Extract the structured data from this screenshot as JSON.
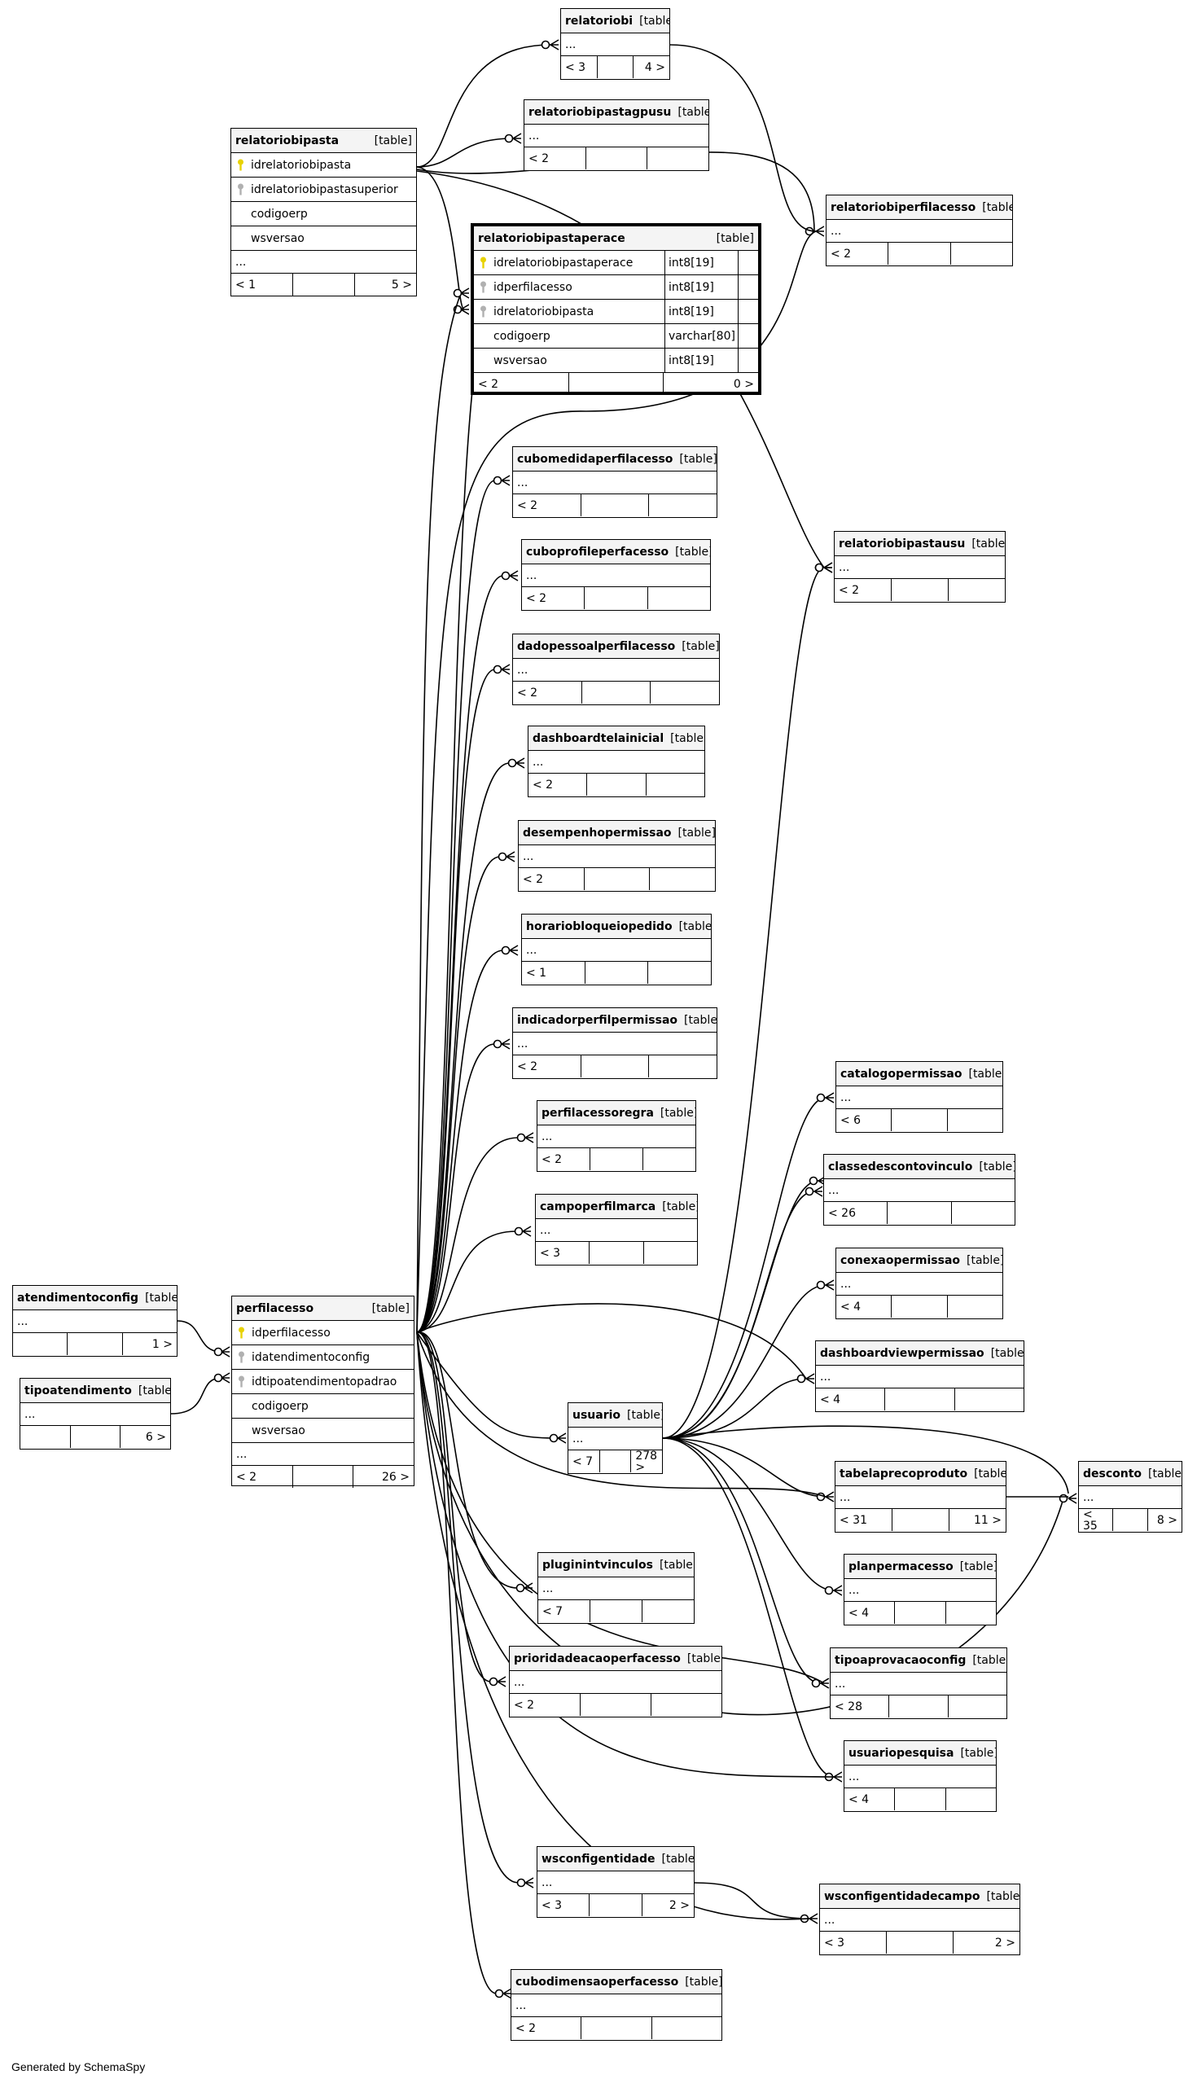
{
  "footer": "Generated by SchemaSpy",
  "type_label": "[table]",
  "tables": [
    {
      "id": "relatoriobi",
      "name": "relatoriobi",
      "left": "< 3",
      "mid": "",
      "right": "4 >"
    },
    {
      "id": "relatoriobipastagpusu",
      "name": "relatoriobipastagpusu",
      "left": "< 2",
      "mid": "",
      "right": ""
    },
    {
      "id": "relatoriobipasta",
      "name": "relatoriobipasta",
      "cols": [
        {
          "name": "idrelatoriobipasta",
          "key": "pk"
        },
        {
          "name": "idrelatoriobipastasuperior",
          "key": "fk"
        },
        {
          "name": "codigoerp",
          "key": ""
        },
        {
          "name": "wsversao",
          "key": ""
        }
      ],
      "left": "< 1",
      "mid": "",
      "right": "5 >"
    },
    {
      "id": "relatoriobiperfilacesso",
      "name": "relatoriobiperfilacesso",
      "left": "< 2",
      "mid": "",
      "right": ""
    },
    {
      "id": "relatoriobipastaperace",
      "name": "relatoriobipastaperace",
      "cols": [
        {
          "name": "idrelatoriobipastaperace",
          "type": "int8[19]",
          "key": "pk"
        },
        {
          "name": "idperfilacesso",
          "type": "int8[19]",
          "key": "fk"
        },
        {
          "name": "idrelatoriobipasta",
          "type": "int8[19]",
          "key": "fk"
        },
        {
          "name": "codigoerp",
          "type": "varchar[80]",
          "key": ""
        },
        {
          "name": "wsversao",
          "type": "int8[19]",
          "key": ""
        }
      ],
      "left": "< 2",
      "mid": "",
      "right": "0 >"
    },
    {
      "id": "cubomedidaperfilacesso",
      "name": "cubomedidaperfilacesso",
      "left": "< 2",
      "mid": "",
      "right": ""
    },
    {
      "id": "relatoriobipastausu",
      "name": "relatoriobipastausu",
      "left": "< 2",
      "mid": "",
      "right": ""
    },
    {
      "id": "cuboprofileperfacesso",
      "name": "cuboprofileperfacesso",
      "left": "< 2",
      "mid": "",
      "right": ""
    },
    {
      "id": "dadopessoalperfilacesso",
      "name": "dadopessoalperfilacesso",
      "left": "< 2",
      "mid": "",
      "right": ""
    },
    {
      "id": "dashboardtelainicial",
      "name": "dashboardtelainicial",
      "left": "< 2",
      "mid": "",
      "right": ""
    },
    {
      "id": "desempenhopermissao",
      "name": "desempenhopermissao",
      "left": "< 2",
      "mid": "",
      "right": ""
    },
    {
      "id": "horariobloqueiopedido",
      "name": "horariobloqueiopedido",
      "left": "< 1",
      "mid": "",
      "right": ""
    },
    {
      "id": "indicadorperfilpermissao",
      "name": "indicadorperfilpermissao",
      "left": "< 2",
      "mid": "",
      "right": ""
    },
    {
      "id": "catalogopermissao",
      "name": "catalogopermissao",
      "left": "< 6",
      "mid": "",
      "right": ""
    },
    {
      "id": "perfilacessoregra",
      "name": "perfilacessoregra",
      "left": "< 2",
      "mid": "",
      "right": ""
    },
    {
      "id": "classedescontovinculo",
      "name": "classedescontovinculo",
      "left": "< 26",
      "mid": "",
      "right": ""
    },
    {
      "id": "campoperfilmarca",
      "name": "campoperfilmarca",
      "left": "< 3",
      "mid": "",
      "right": ""
    },
    {
      "id": "conexaopermissao",
      "name": "conexaopermissao",
      "left": "< 4",
      "mid": "",
      "right": ""
    },
    {
      "id": "atendimentoconfig",
      "name": "atendimentoconfig",
      "left": "",
      "mid": "",
      "right": "1 >"
    },
    {
      "id": "perfilacesso",
      "name": "perfilacesso",
      "cols": [
        {
          "name": "idperfilacesso",
          "key": "pk"
        },
        {
          "name": "idatendimentoconfig",
          "key": "fk"
        },
        {
          "name": "idtipoatendimentopadrao",
          "key": "fk"
        },
        {
          "name": "codigoerp",
          "key": ""
        },
        {
          "name": "wsversao",
          "key": ""
        }
      ],
      "left": "< 2",
      "mid": "",
      "right": "26 >"
    },
    {
      "id": "dashboardviewpermissao",
      "name": "dashboardviewpermissao",
      "left": "< 4",
      "mid": "",
      "right": ""
    },
    {
      "id": "tipoatendimento",
      "name": "tipoatendimento",
      "left": "",
      "mid": "",
      "right": "6 >"
    },
    {
      "id": "usuario",
      "name": "usuario",
      "left": "< 7",
      "mid": "",
      "right": "278 >"
    },
    {
      "id": "tabelaprecoproduto",
      "name": "tabelaprecoproduto",
      "left": "< 31",
      "mid": "",
      "right": "11 >"
    },
    {
      "id": "desconto",
      "name": "desconto",
      "left": "< 35",
      "mid": "",
      "right": "8 >"
    },
    {
      "id": "pluginintvinculos",
      "name": "pluginintvinculos",
      "left": "< 7",
      "mid": "",
      "right": ""
    },
    {
      "id": "planpermacesso",
      "name": "planpermacesso",
      "left": "< 4",
      "mid": "",
      "right": ""
    },
    {
      "id": "prioridadeacaoperfacesso",
      "name": "prioridadeacaoperfacesso",
      "left": "< 2",
      "mid": "",
      "right": ""
    },
    {
      "id": "tipoaprovacaoconfig",
      "name": "tipoaprovacaoconfig",
      "left": "< 28",
      "mid": "",
      "right": ""
    },
    {
      "id": "usuariopesquisa",
      "name": "usuariopesquisa",
      "left": "< 4",
      "mid": "",
      "right": ""
    },
    {
      "id": "wsconfigentidade",
      "name": "wsconfigentidade",
      "left": "< 3",
      "mid": "",
      "right": "2 >"
    },
    {
      "id": "wsconfigentidadecampo",
      "name": "wsconfigentidadecampo",
      "left": "< 3",
      "mid": "",
      "right": "2 >"
    },
    {
      "id": "cubodimensaoperfacesso",
      "name": "cubodimensaoperfacesso",
      "left": "< 2",
      "mid": "",
      "right": ""
    }
  ],
  "ellipsis": "..."
}
